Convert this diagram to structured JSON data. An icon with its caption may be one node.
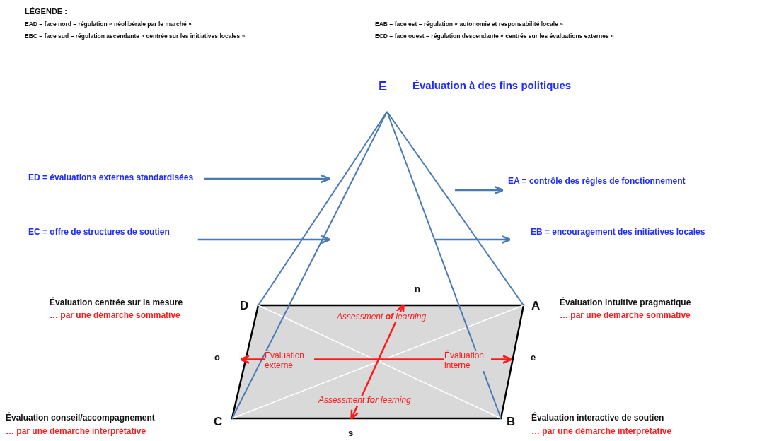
{
  "diagram": {
    "nodes": [
      {
        "text": [
          "ED = évaluations externes standardisées"
        ]
      },
      {
        "text": [
          "EC = offre de structures de soutien"
        ]
      },
      {
        "text": [
          "EA = contrôle des règles de fonctionnement"
        ]
      },
      {
        "text": [
          "EB = encouragement des initiatives locales"
        ]
      },
      {
        "text": [
          "n"
        ]
      },
      {
        "text": [
          "o"
        ]
      },
      {
        "text": [
          "e"
        ]
      },
      {
        "text": [
          "s"
        ]
      }
    ],
    "edges": [
      {
        "from": 0,
        "to": null,
        "arrow": "to"
      },
      {
        "from": 1,
        "to": null,
        "arrow": "to"
      },
      {
        "from": null,
        "to": 2,
        "arrow": "to"
      },
      {
        "from": null,
        "to": 3,
        "arrow": "to"
      },
      {
        "from": 5,
        "to": 6,
        "arrow": "both",
        "color": "#ff1a1a"
      },
      {
        "from": 4,
        "to": 7,
        "arrow": "both",
        "color": "#ff1a1a"
      }
    ],
    "labels": [
      "LÉGENDE :",
      "EAD = face nord = régulation « néolibérale par le marché »",
      "EAB = face est = régulation « autonomie et responsabilité locale »",
      "EBC = face sud = régulation ascendante « centrée sur les initiatives locales »",
      "ECD = face ouest = régulation descendante « centrée sur les évaluations externes »",
      "E",
      "Évaluation à des fins politiques",
      "Évaluation centrée sur la mesure",
      "D",
      "A",
      "Évaluation intuitive pragmatique",
      "… par une démarche sommative",
      "Assessment **of** learning",
      "… par une démarche sommative",
      "Évaluation externe",
      "Évaluation interne",
      "Assessment **for** learning",
      "Évaluation conseil/accompagnement",
      "… par une démarche interprétative",
      "C",
      "B",
      "Évaluation interactive de soutien",
      "… par une démarche interprétative"
    ]
  }
}
